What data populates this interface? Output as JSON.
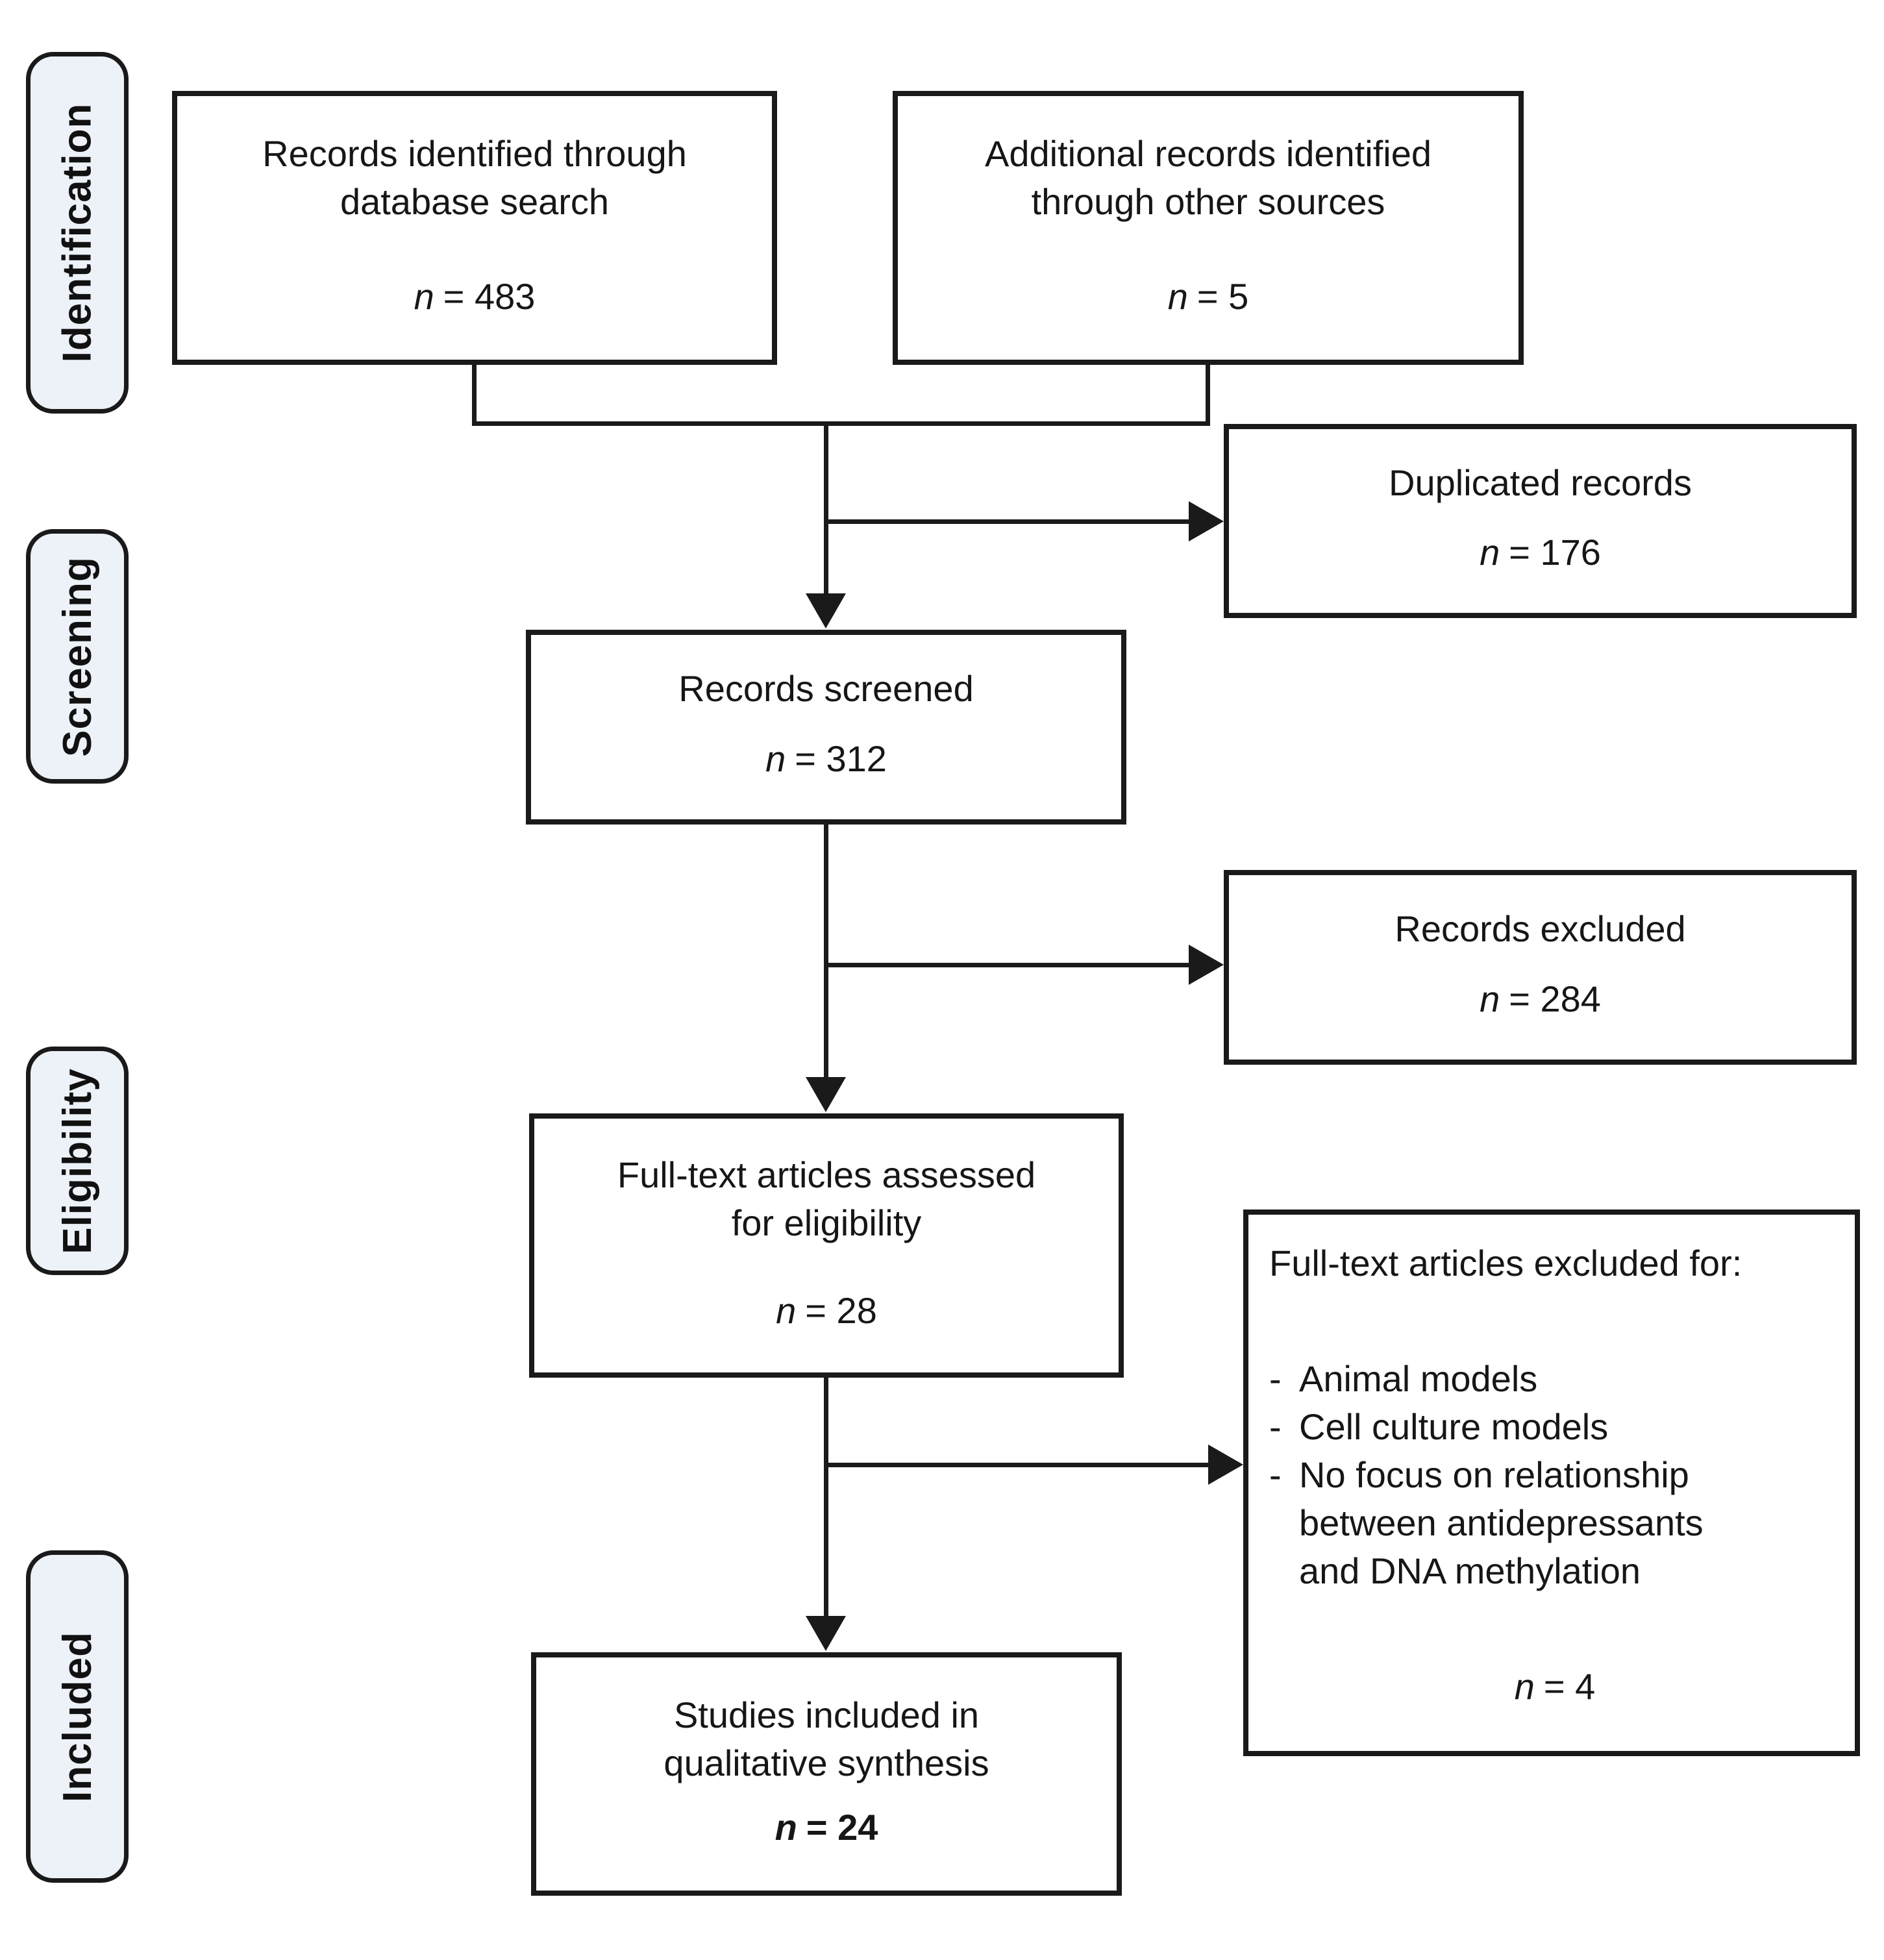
{
  "n_symbol": "n",
  "stages": [
    {
      "label": "Identification"
    },
    {
      "label": "Screening"
    },
    {
      "label": "Eligibility"
    },
    {
      "label": "Included"
    }
  ],
  "boxes": {
    "database": {
      "lines": [
        "Records identified through",
        "database search"
      ],
      "n_value": "= 483"
    },
    "other_sources": {
      "lines": [
        "Additional records identified",
        "through other sources"
      ],
      "n_value": "= 5"
    },
    "duplicates": {
      "lines": [
        "Duplicated records"
      ],
      "n_value": "= 176"
    },
    "screened": {
      "lines": [
        "Records screened"
      ],
      "n_value": "= 312"
    },
    "excluded": {
      "lines": [
        "Records excluded"
      ],
      "n_value": "= 284"
    },
    "fulltext": {
      "lines": [
        "Full-text articles assessed",
        "for eligibility"
      ],
      "n_value": "= 28"
    },
    "fulltext_excluded": {
      "title": "Full-text articles excluded for:",
      "bullet": "-",
      "items": [
        "Animal models",
        "Cell culture models",
        "No focus on relationship between antidepressants and DNA methylation"
      ],
      "n_value": "= 4"
    },
    "included": {
      "lines": [
        "Studies included in",
        "qualitative synthesis"
      ],
      "n_value": "= 24"
    }
  }
}
